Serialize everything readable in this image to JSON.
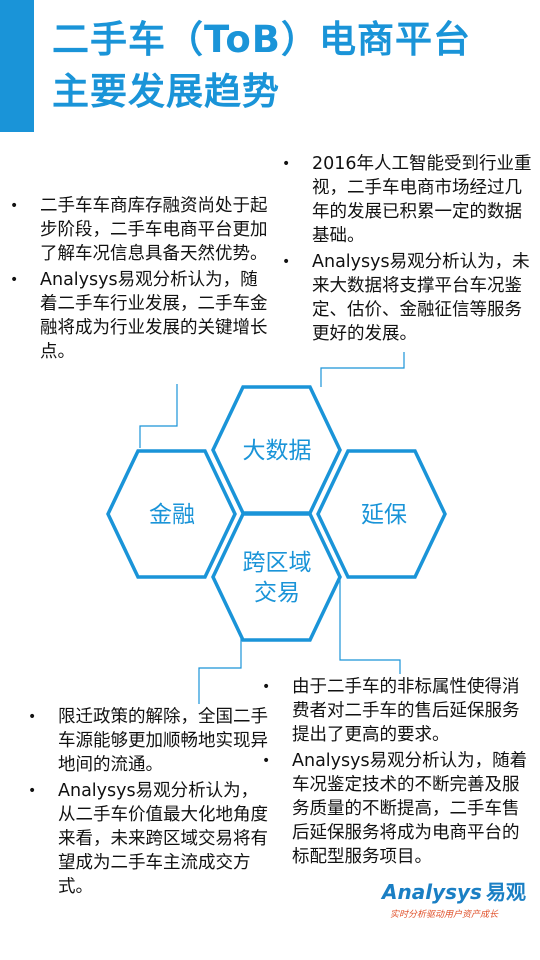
{
  "title": {
    "line1": "二手车（ToB）电商平台",
    "line2": "主要发展趋势"
  },
  "top_left": {
    "items": [
      "二手车车商库存融资尚处于起步阶段，二手车电商平台更加了解车况信息具备天然优势。",
      "Analysys易观分析认为，随着二手车行业发展，二手车金融将成为行业发展的关键增长点。"
    ]
  },
  "top_right": {
    "items": [
      "2016年人工智能受到行业重视，二手车电商市场经过几年的发展已积累一定的数据基础。",
      "Analysys易观分析认为，未来大数据将支撑平台车况鉴定、估价、金融征信等服务更好的发展。"
    ]
  },
  "bottom_left": {
    "items": [
      "限迁政策的解除，全国二手车源能够更加顺畅地实现异地间的流通。",
      "Analysys易观分析认为，从二手车价值最大化地角度来看，未来跨区域交易将有望成为二手车主流成交方式。"
    ]
  },
  "bottom_right": {
    "items": [
      "由于二手车的非标属性使得消费者对二手车的售后延保服务提出了更高的要求。",
      "Analysys易观分析认为，随着车况鉴定技术的不断完善及服务质量的不断提高，二手车售后延保服务将成为电商平台的标配型服务项目。"
    ]
  },
  "hexagons": {
    "top": "大数据",
    "left": "金融",
    "right": "延保",
    "bottom_line1": "跨区域",
    "bottom_line2": "交易"
  },
  "bullet_glyph": "•",
  "logo": {
    "latin": "Analysys",
    "chinese": "易观",
    "tagline": "实时分析驱动用户资产成长"
  },
  "colors": {
    "accent": "#1a94d8",
    "tagline": "#e0502a"
  }
}
